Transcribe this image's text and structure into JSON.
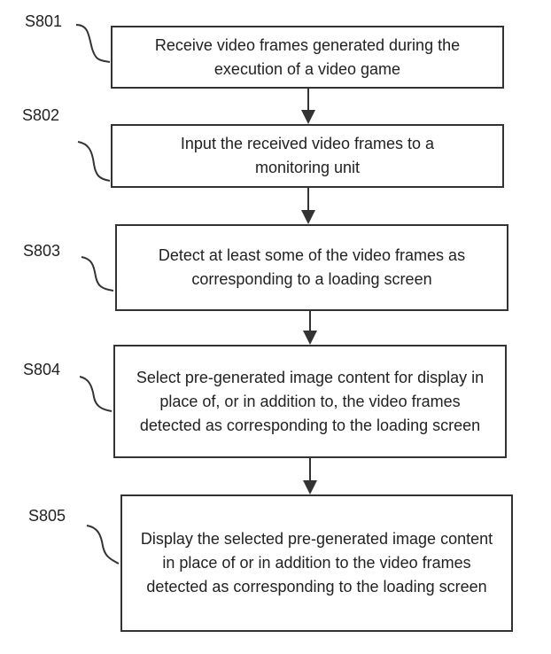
{
  "steps": [
    {
      "label": "S801",
      "text": "Receive video frames generated during the execution of a video game"
    },
    {
      "label": "S802",
      "text": "Input the received video frames to a monitoring unit"
    },
    {
      "label": "S803",
      "text": "Detect at least some of the video frames as corresponding to a loading screen"
    },
    {
      "label": "S804",
      "text": "Select pre-generated image content for display in place of, or in addition to, the video frames detected as corresponding to the loading screen"
    },
    {
      "label": "S805",
      "text": "Display the selected pre-generated image content in place of or in addition to the video frames detected as corresponding to the loading screen"
    }
  ]
}
